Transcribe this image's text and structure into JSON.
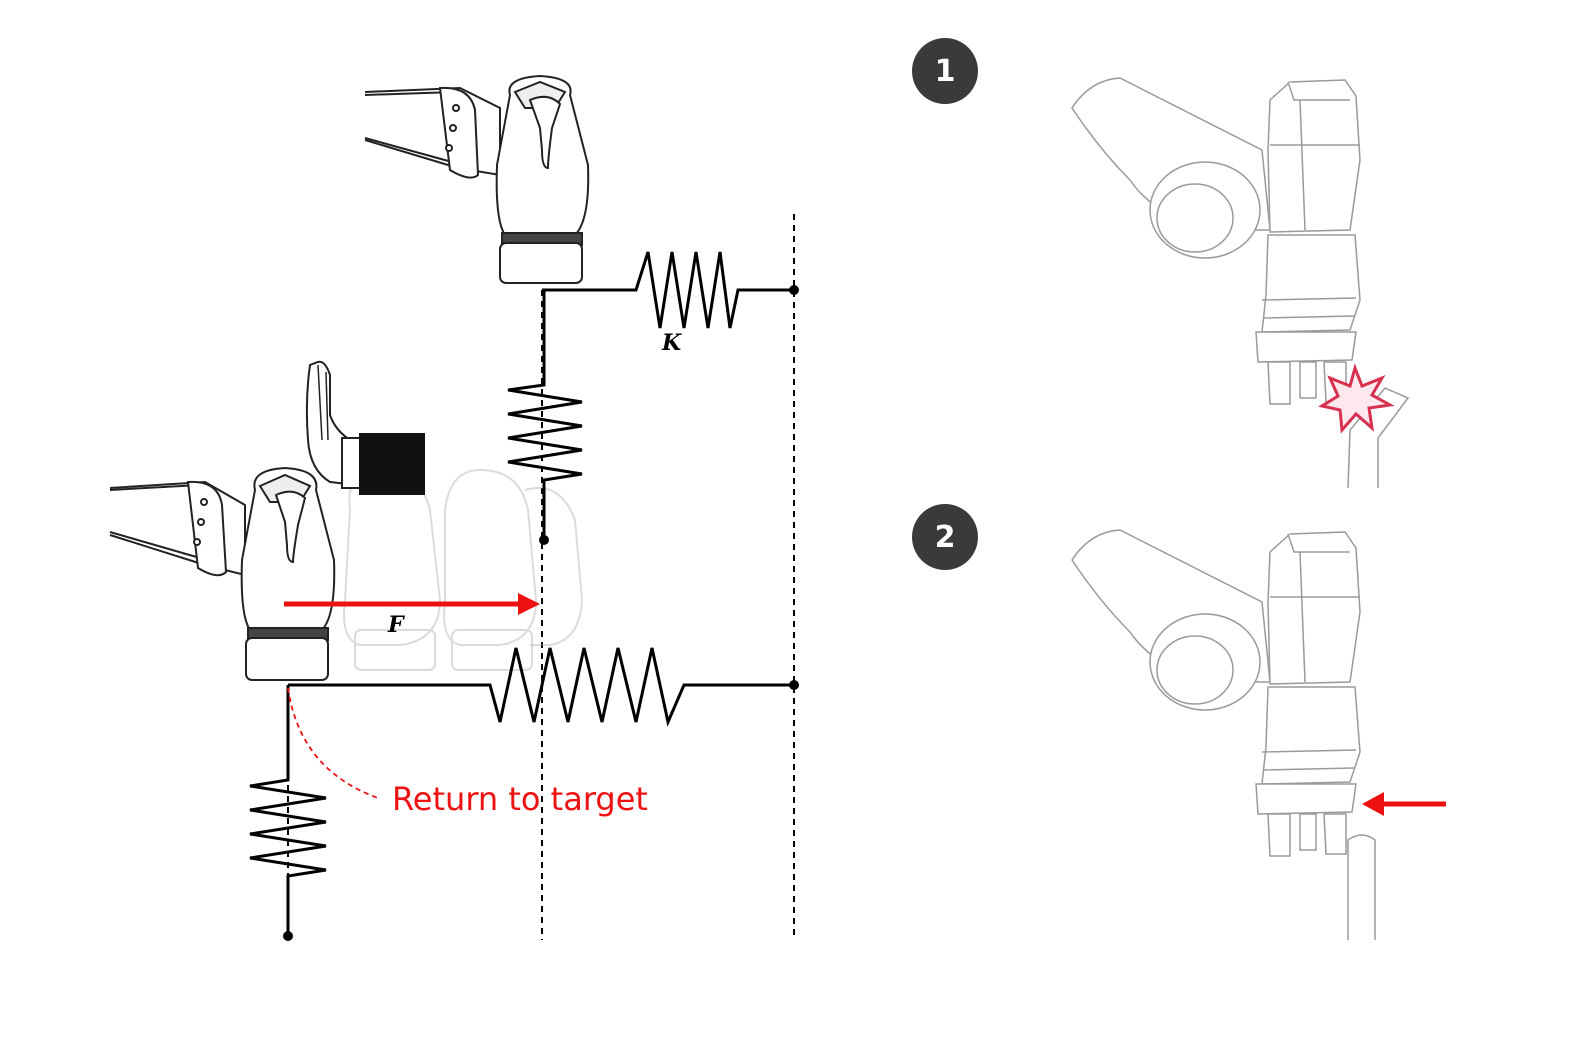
{
  "labels": {
    "stiffness": "K",
    "force": "F",
    "return_to_target": "Return to target"
  },
  "steps": [
    {
      "number": "1"
    },
    {
      "number": "2"
    }
  ],
  "colors": {
    "line": "#000000",
    "force_arrow": "#ee1111",
    "return_text": "#ee1111",
    "ghost": "#d8d8d8",
    "robot_outline": "#9a9a9a",
    "collision_star": "#d8304f",
    "badge": "#3a3a3a"
  },
  "icons": {
    "hand_stop": "raised-hand-icon",
    "collision": "collision-star-icon",
    "push_arrow": "left-arrow-icon"
  }
}
